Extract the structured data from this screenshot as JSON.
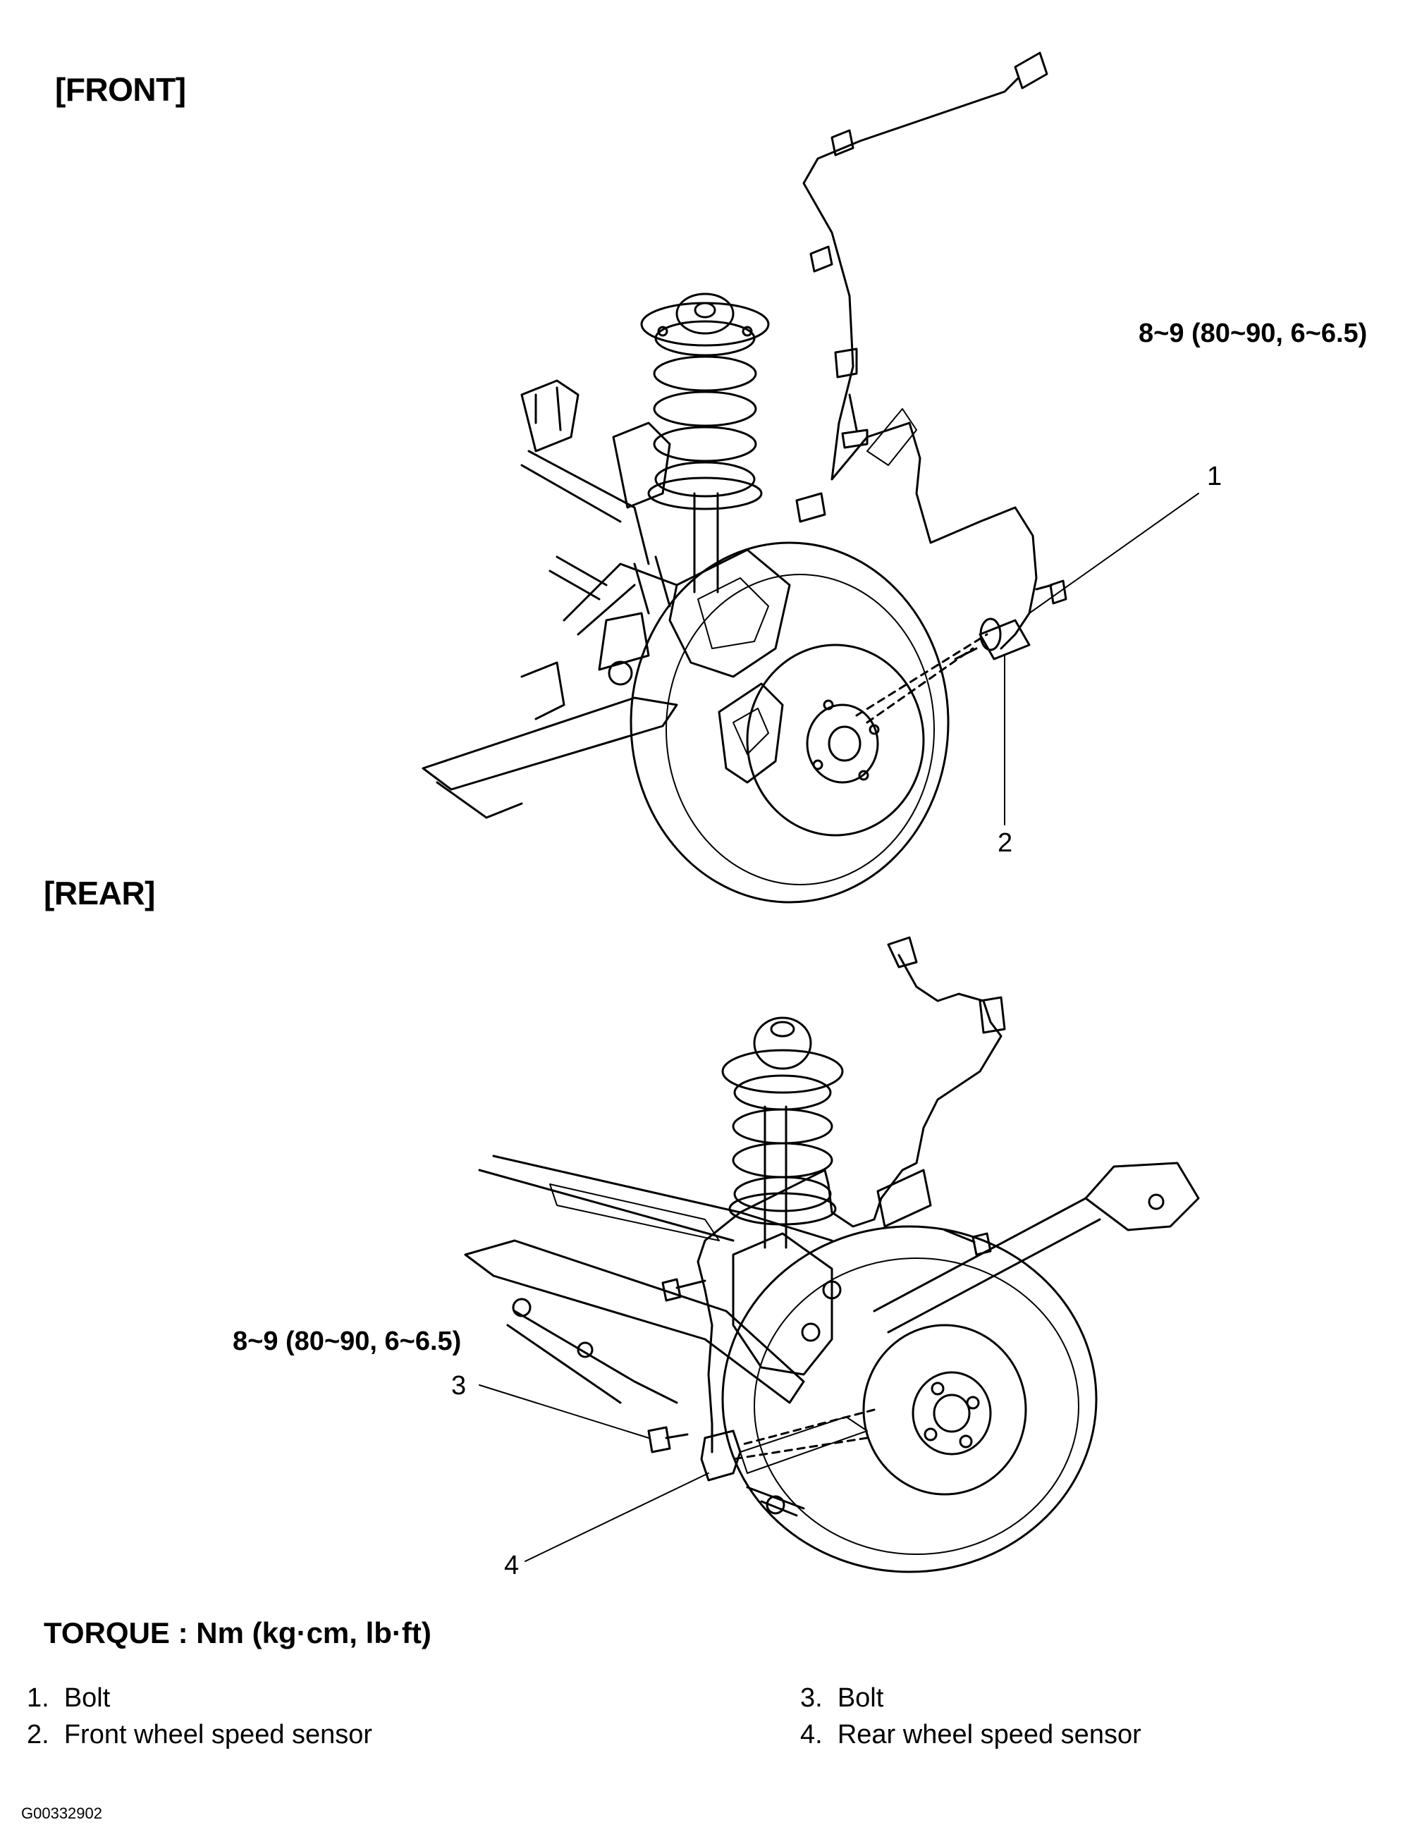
{
  "sections": {
    "front": "[FRONT]",
    "rear": "[REAR]"
  },
  "torque_specs": {
    "front": "8~9 (80~90, 6~6.5)",
    "rear": "8~9 (80~90, 6~6.5)"
  },
  "callouts": [
    "1",
    "2",
    "3",
    "4"
  ],
  "torque_unit": "TORQUE : Nm (kg·cm, lb·ft)",
  "legend": [
    {
      "num": "1.",
      "label": "Bolt"
    },
    {
      "num": "2.",
      "label": "Front wheel speed sensor"
    },
    {
      "num": "3.",
      "label": "Bolt"
    },
    {
      "num": "4.",
      "label": "Rear wheel speed sensor"
    }
  ],
  "figure_code": "G00332902"
}
